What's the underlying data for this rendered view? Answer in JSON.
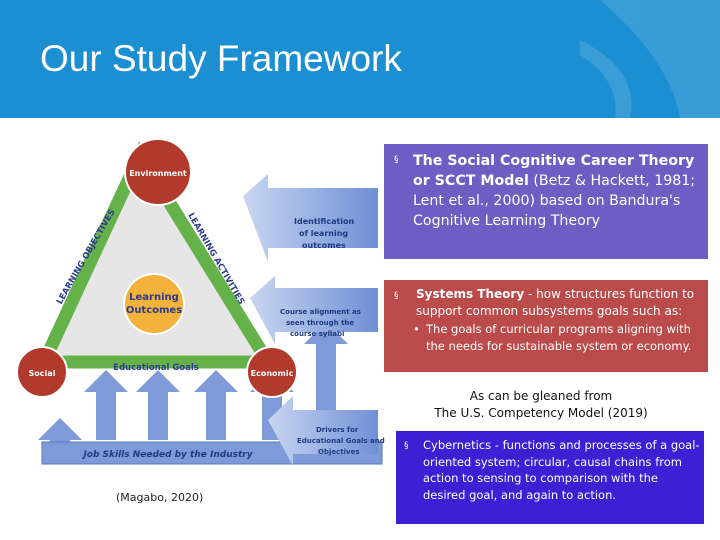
{
  "slide": {
    "title": "Our Study Framework",
    "credit": "(Magabo, 2020)"
  },
  "diagram": {
    "nodes": {
      "environment": "Environment",
      "social": "Social",
      "economic": "Economic",
      "center_line1": "Learning",
      "center_line2": "Outcomes"
    },
    "side_labels": {
      "left": "LEARNING OBJECTIVES",
      "right": "LEARNING ACTIVITIES",
      "bottom": "Educational Goals"
    },
    "arrow_labels": {
      "a1_l1": "Identification",
      "a1_l2": "of learning",
      "a1_l3": "outcomes",
      "a2_l1": "Course alignment as",
      "a2_l2": "seen through the",
      "a2_l3": "course syllabi",
      "a3_l1": "Drivers for",
      "a3_l2": "Educational Goals and",
      "a3_l3": "Objectives"
    },
    "base_label": "Job Skills Needed by the Industry"
  },
  "theories": {
    "sct_bullet": "§",
    "sct_title": "The Social Cognitive Career Theory  or SCCT Model",
    "sct_rest": " (Betz & Hackett, 1981; Lent et al., 2000) based on Bandura's Cognitive Learning Theory",
    "systems_bullet": "§",
    "systems_title": "Systems Theory",
    "systems_rest": " - how structures function to support common subsystems goals such as:",
    "systems_sub_bullet": "•",
    "systems_sub": "The goals of curricular programs aligning with the needs for sustainable system or economy.",
    "competency_line1": "As can be gleaned from",
    "competency_line2": "The U.S. Competency Model (2019)",
    "cyber_bullet": "§",
    "cyber_text": "Cybernetics - functions and processes of a goal-oriented system; circular, causal chains from action to sensing to comparison with the desired goal, and again to action."
  },
  "colors": {
    "header": "#1b8fd2",
    "box_sct": "#6e5dc2",
    "box_systems": "#bb4a4a",
    "box_cyber": "#3d1fd4",
    "node_red": "#b23a2c",
    "center_gold": "#f2b23c",
    "triangle_green": "#66b24a",
    "arrow_blue": "#8aa6e0"
  }
}
